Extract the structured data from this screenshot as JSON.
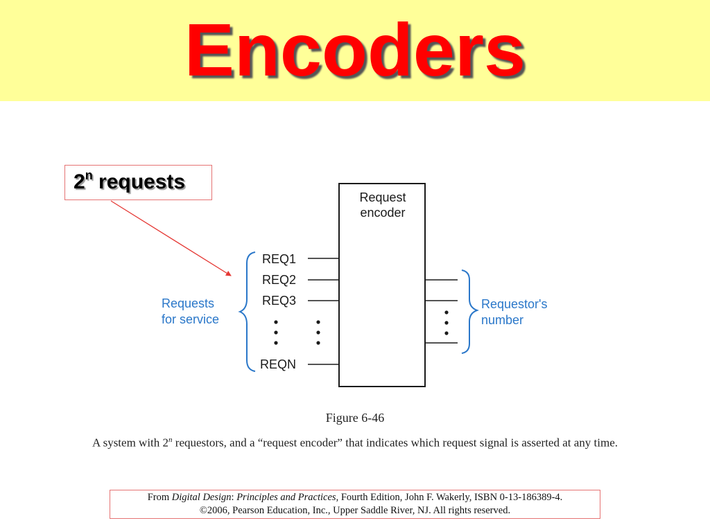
{
  "slide": {
    "title": "Encoders"
  },
  "callout": {
    "base": "2",
    "exponent": "n",
    "text": " requests"
  },
  "diagram": {
    "box_label_line1": "Request",
    "box_label_line2": "encoder",
    "inputs": [
      "REQ1",
      "REQ2",
      "REQ3",
      "REQN"
    ],
    "left_label_line1": "Requests",
    "left_label_line2": "for service",
    "right_label_line1": "Requestor's",
    "right_label_line2": "number",
    "colors": {
      "line": "#1a1a1a",
      "brace": "#2a77c9",
      "callout_arrow": "#e53935"
    }
  },
  "figure": {
    "number": "Figure 6-46",
    "desc_before": "A system with 2",
    "desc_exp": "n",
    "desc_after": " requestors, and a “request encoder” that indicates which request signal is asserted at any time."
  },
  "credit": {
    "from": "From ",
    "book": "Digital Design",
    "colon": ": ",
    "subtitle": "Principles and Practices",
    "rest_line1": ", Fourth Edition, John F. Wakerly, ISBN 0-13-186389-4.",
    "line2": "©2006, Pearson Education, Inc., Upper Saddle River, NJ. All rights reserved."
  }
}
